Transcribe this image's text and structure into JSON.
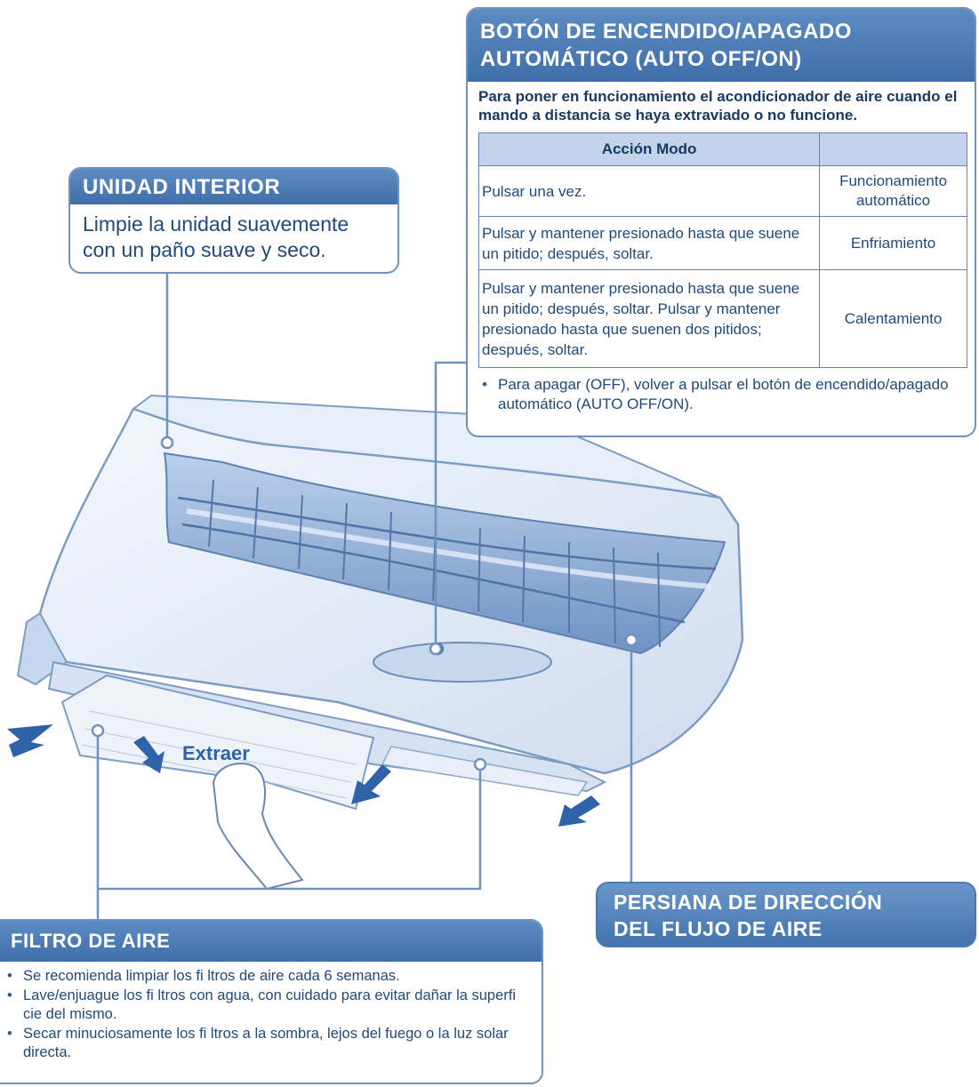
{
  "boton": {
    "title_line1": "BOTÓN DE ENCENDIDO/APAGADO",
    "title_line2": "AUTOMÁTICO (AUTO OFF/ON)",
    "intro": "Para poner en funcionamiento el acondicionador de aire cuando el mando a distancia se haya extraviado o no funcione.",
    "table": {
      "header_accion": "Acción Modo",
      "header_modo": "",
      "rows": [
        {
          "accion": "Pulsar una vez.",
          "modo": "Funcionamiento automático"
        },
        {
          "accion": "Pulsar y mantener presionado hasta que suene un pitido; después, soltar.",
          "modo": "Enfriamiento"
        },
        {
          "accion": "Pulsar y mantener presionado hasta que suene un pitido; después, soltar. Pulsar y mantener presionado hasta que suenen dos pitidos; después, soltar.",
          "modo": "Calentamiento"
        }
      ]
    },
    "note": "Para apagar (OFF), volver a pulsar el botón de encendido/apagado automático (AUTO OFF/ON)."
  },
  "unidad": {
    "title": "UNIDAD INTERIOR",
    "text": "Limpie la unidad suavemente con un paño suave y seco."
  },
  "filtro": {
    "title": "FILTRO DE AIRE",
    "items": [
      "Se recomienda limpiar los fi ltros de aire cada 6 semanas.",
      "Lave/enjuague los fi ltros con agua, con cuidado para evitar dañar la superfi cie del mismo.",
      "Secar minuciosamente los fi ltros a la sombra, lejos del fuego o la luz solar directa."
    ]
  },
  "persiana": {
    "title_line1": "PERSIANA DE DIRECCIÓN",
    "title_line2": "DEL FLUJO DE AIRE"
  },
  "illustration": {
    "extraer_label": "Extraer"
  },
  "colors": {
    "header_blue": "#4a7ab5",
    "border_blue": "#6f93bd",
    "arrow_blue": "#2f63a8",
    "text_blue": "#1f4a7a"
  }
}
